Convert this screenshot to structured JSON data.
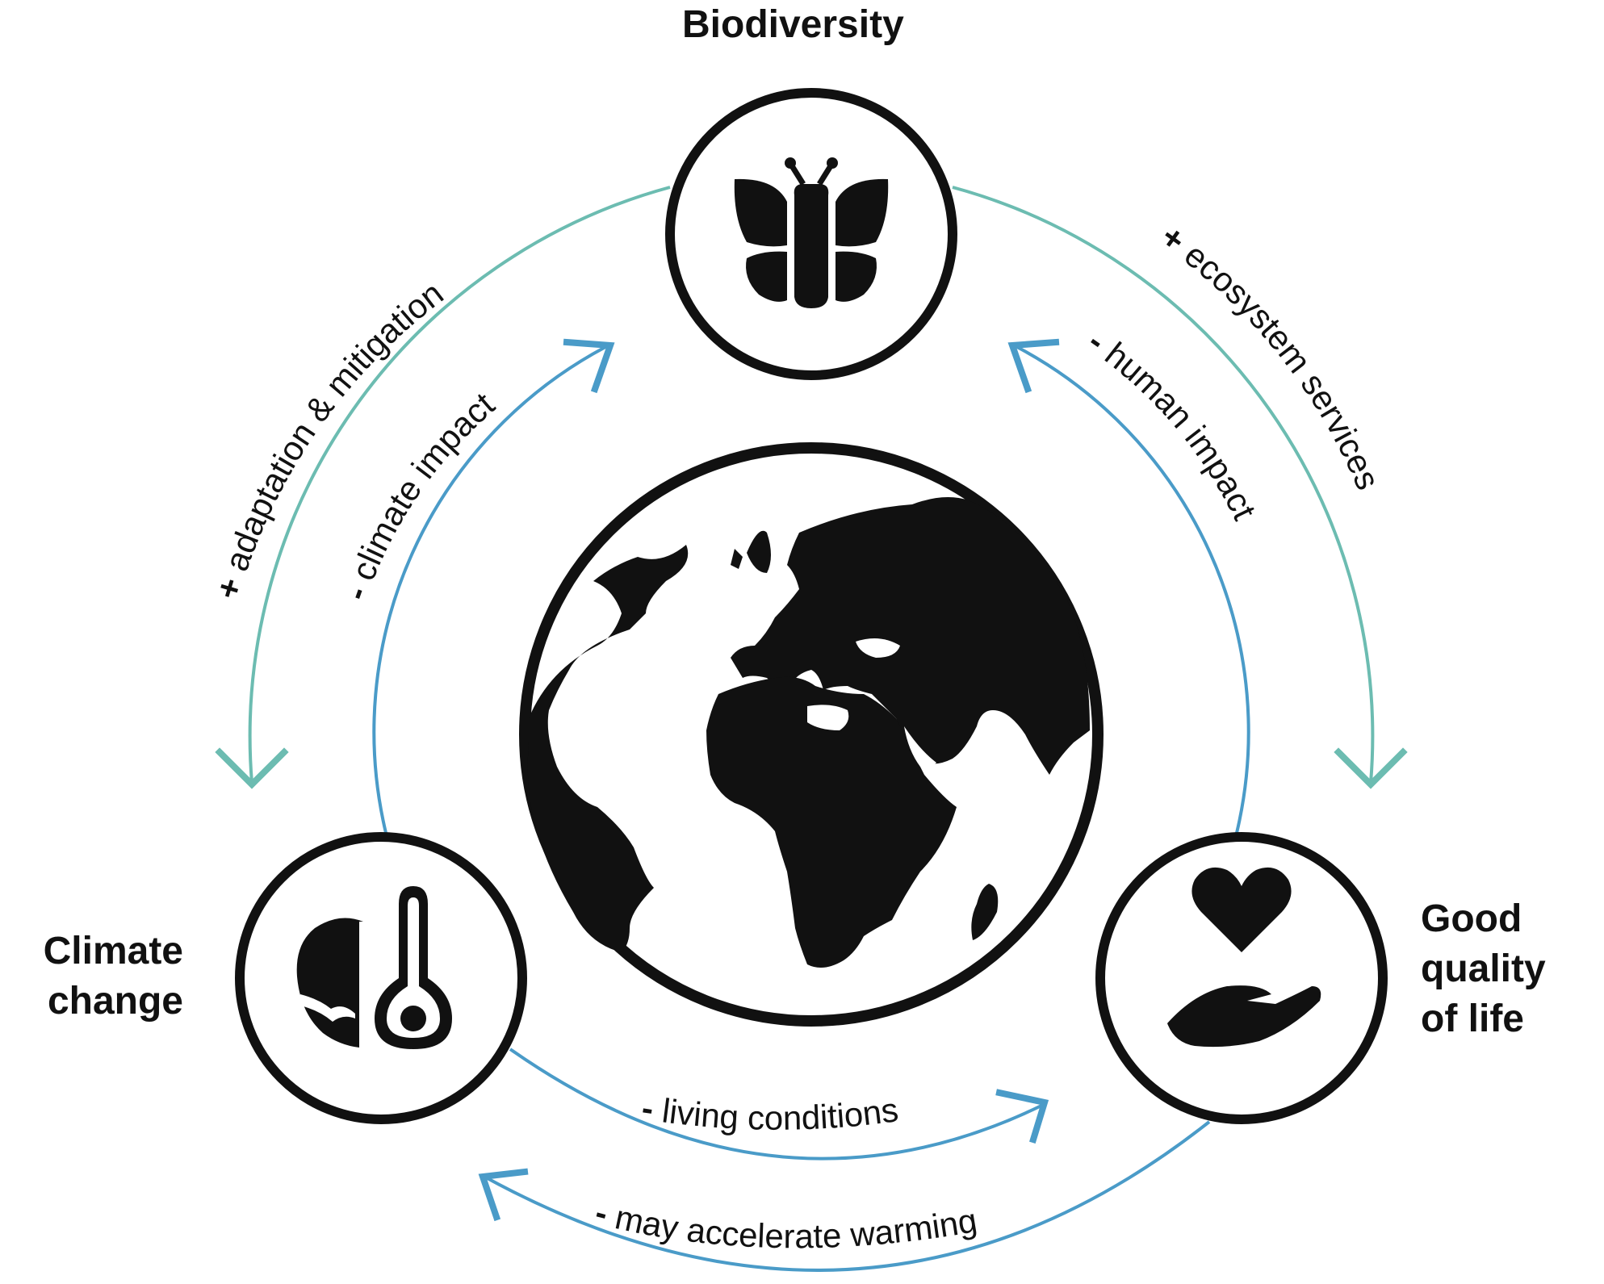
{
  "nodes": {
    "biodiversity": {
      "lines": [
        "Biodiversity"
      ],
      "icon": "butterfly-icon"
    },
    "climate_change": {
      "lines": [
        "Climate",
        "change"
      ],
      "icon": "globe-thermometer-icon"
    },
    "quality_of_life": {
      "lines": [
        "Good",
        "quality",
        "of life"
      ],
      "icon": "heart-in-hand-icon"
    },
    "center": {
      "icon": "earth-globe-icon"
    }
  },
  "links": {
    "adaptation": {
      "sign": "+",
      "text": " adaptation & mitigation"
    },
    "climate_impact": {
      "sign": "-",
      "text": " climate impact"
    },
    "ecosystem": {
      "sign": "+",
      "text": " ecosystem services"
    },
    "human_impact": {
      "sign": "-",
      "text": " human impact"
    },
    "living": {
      "sign": "-",
      "text": " living conditions"
    },
    "warming": {
      "sign": "-",
      "text": " may accelerate warming"
    }
  },
  "colors": {
    "teal": "#6cbcb1",
    "blue": "#4a9bc8",
    "ink": "#111111",
    "background": "#ffffff"
  }
}
